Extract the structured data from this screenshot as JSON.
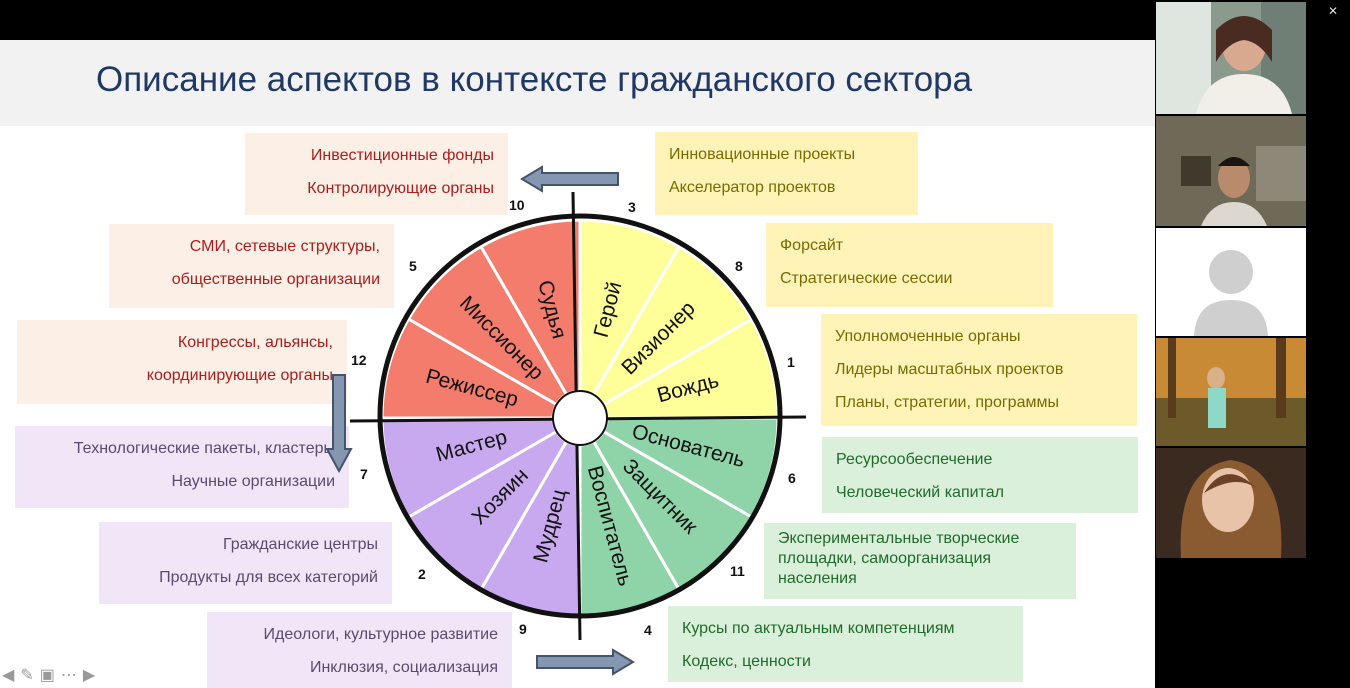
{
  "slide": {
    "title": "Описание аспектов в контексте гражданского сектора"
  },
  "boxes": {
    "b10": [
      "Инвестиционные фонды",
      "Контролирующие органы"
    ],
    "b5": [
      "СМИ, сетевые структуры,",
      "общественные организации"
    ],
    "b12": [
      "Конгрессы, альянсы,",
      "координирующие органы"
    ],
    "b7": [
      "Технологические пакеты, кластеры",
      "Научные организации"
    ],
    "b2": [
      "Гражданские центры",
      "Продукты для всех категорий"
    ],
    "b9": [
      "Идеологи, культурное развитие",
      "Инклюзия, социализация"
    ],
    "b3": [
      "Инновационные проекты",
      "Акселератор проектов"
    ],
    "b8": [
      "Форсайт",
      "Стратегические сессии"
    ],
    "b1": [
      "Уполномоченные органы",
      "Лидеры масштабных проектов",
      "Планы, стратегии, программы"
    ],
    "b6": [
      "Ресурсообеспечение",
      "Человеческий капитал"
    ],
    "b11": [
      "Экспериментальные творческие",
      "площадки, самоорганизация",
      "населения"
    ],
    "b4": [
      "Курсы по актуальным компетенциям",
      "Кодекс, ценности"
    ]
  },
  "numbers": {
    "n10": "10",
    "n3": "3",
    "n5": "5",
    "n8": "8",
    "n12": "12",
    "n1": "1",
    "n7": "7",
    "n6": "6",
    "n2": "2",
    "n11": "11",
    "n9": "9",
    "n4": "4"
  },
  "wheel": {
    "segments": [
      {
        "label": "Герой",
        "color": "#ffff99"
      },
      {
        "label": "Визионер",
        "color": "#ffff99"
      },
      {
        "label": "Вождь",
        "color": "#ffff99"
      },
      {
        "label": "Основатель",
        "color": "#8fd4a8"
      },
      {
        "label": "Защитник",
        "color": "#8fd4a8"
      },
      {
        "label": "Воспитатель",
        "color": "#8fd4a8"
      },
      {
        "label": "Мудрец",
        "color": "#c8a8ef"
      },
      {
        "label": "Хозяин",
        "color": "#c8a8ef"
      },
      {
        "label": "Мастер",
        "color": "#c8a8ef"
      },
      {
        "label": "Режиссер",
        "color": "#f47c6c"
      },
      {
        "label": "Миссионер",
        "color": "#f47c6c"
      },
      {
        "label": "Судья",
        "color": "#f47c6c"
      }
    ]
  },
  "nav_icons": [
    "arrow-left-icon",
    "pen-icon",
    "slides-icon",
    "more-icon",
    "arrow-right-icon"
  ],
  "window_controls": [
    "minimize-icon",
    "restore-icon",
    "close-icon"
  ]
}
